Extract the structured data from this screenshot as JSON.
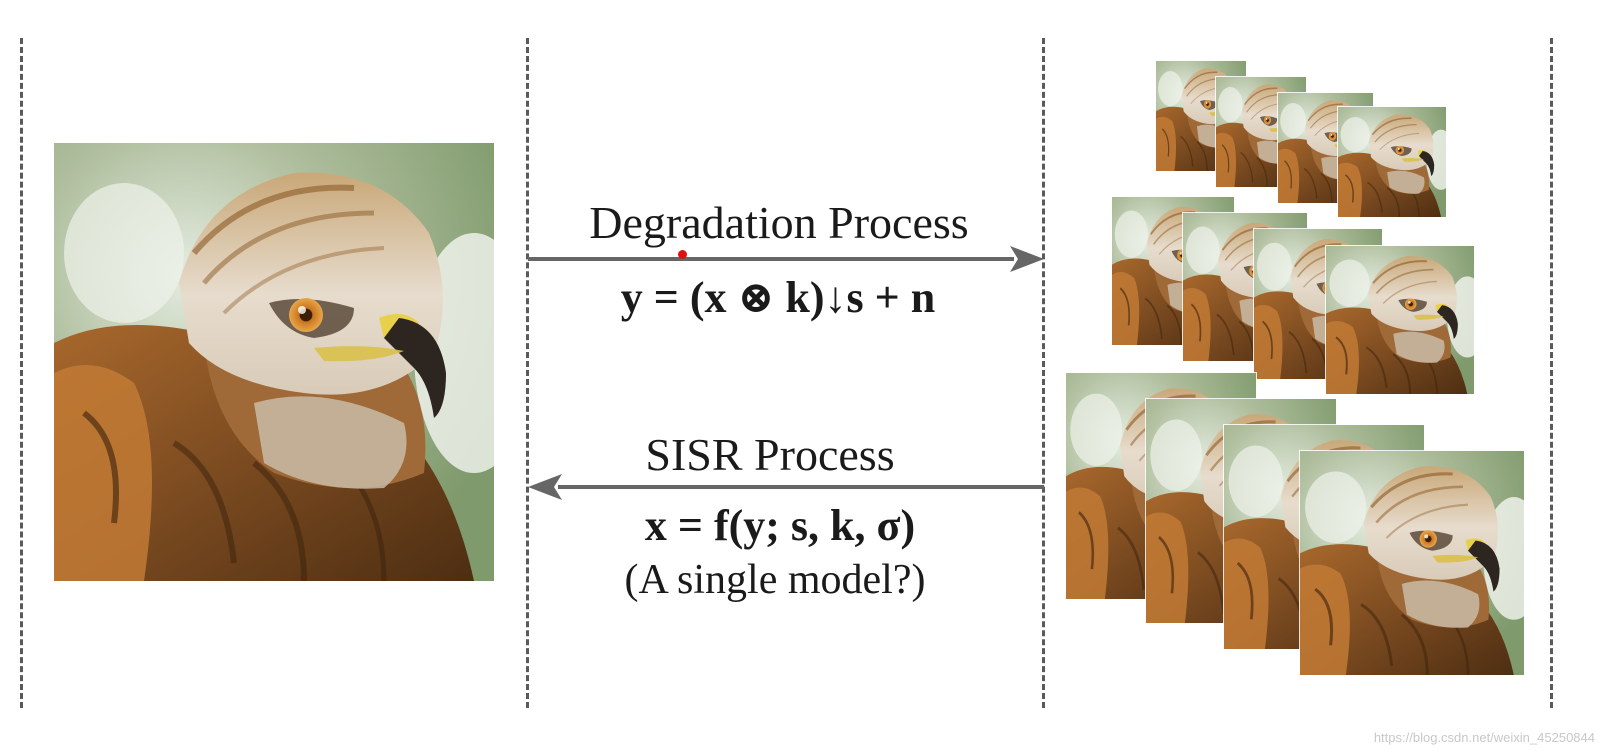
{
  "degradation": {
    "title": "Degradation Process",
    "formula": "y = (x ⊗ k)↓s + n"
  },
  "sisr": {
    "title": "SISR Process",
    "formula": "x = f(y; s, k, σ)",
    "question": "(A single model?)"
  },
  "watermark": "https://blog.csdn.net/weixin_45250844",
  "colors": {
    "divider": "#5a5a5a",
    "arrow": "#666666",
    "text": "#1a1a1a",
    "marker": "#e01010"
  },
  "icons": {
    "hr_image": "eagle-photo-icon",
    "lr_images": "eagle-photo-icon"
  }
}
